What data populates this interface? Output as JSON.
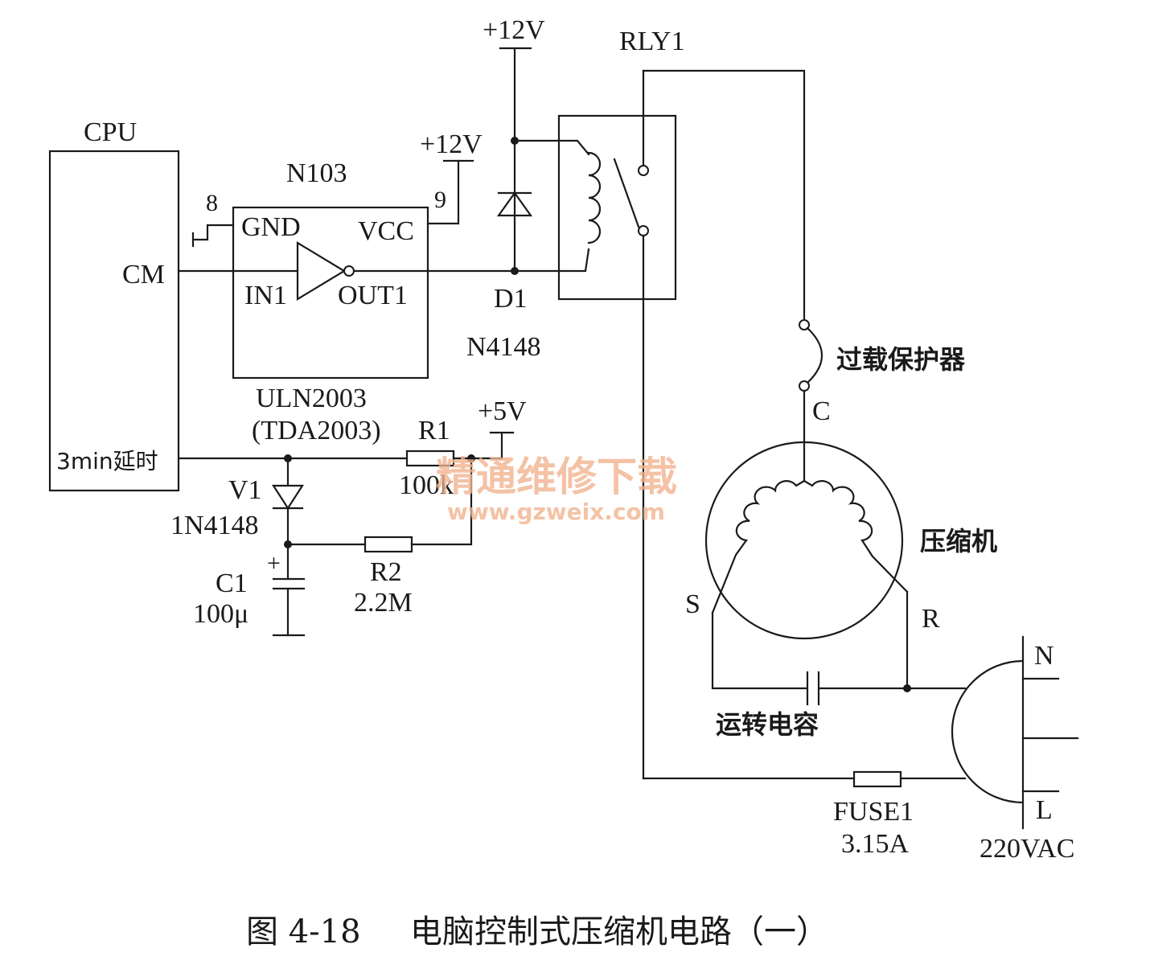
{
  "cpu": {
    "title": "CPU",
    "pin_cm": "CM",
    "pin_delay": "3min延时",
    "pin8": "8"
  },
  "ic": {
    "ref": "N103",
    "gnd": "GND",
    "vcc": "VCC",
    "in1": "IN1",
    "out1": "OUT1",
    "pin9": "9",
    "part": "ULN2003",
    "part_alt": "(TDA2003)"
  },
  "supplies": {
    "v12_top": "+12V",
    "v12_ic": "+12V",
    "v5": "+5V"
  },
  "diode_d1": {
    "ref": "D1",
    "part": "N4148"
  },
  "relay": {
    "ref": "RLY1"
  },
  "protector": {
    "label": "过载保护器",
    "terminal_c": "C"
  },
  "compressor": {
    "label": "压缩机",
    "terminal_s": "S",
    "terminal_r": "R"
  },
  "run_capacitor": {
    "label": "运转电容"
  },
  "mains": {
    "n": "N",
    "l": "L",
    "voltage": "220VAC"
  },
  "fuse": {
    "ref": "FUSE1",
    "rating": "3.15A"
  },
  "r1": {
    "ref": "R1",
    "value": "100k"
  },
  "r2": {
    "ref": "R2",
    "value": "2.2M"
  },
  "v1": {
    "ref": "V1",
    "part": "1N4148"
  },
  "c1": {
    "ref": "C1",
    "value": "100μ",
    "polarity": "+"
  },
  "watermark": {
    "line1": "精通维修下载",
    "line2": "www.gzweix.com"
  },
  "caption": {
    "figure": "图 4-18",
    "title": "电脑控制式压缩机电路（一）"
  }
}
